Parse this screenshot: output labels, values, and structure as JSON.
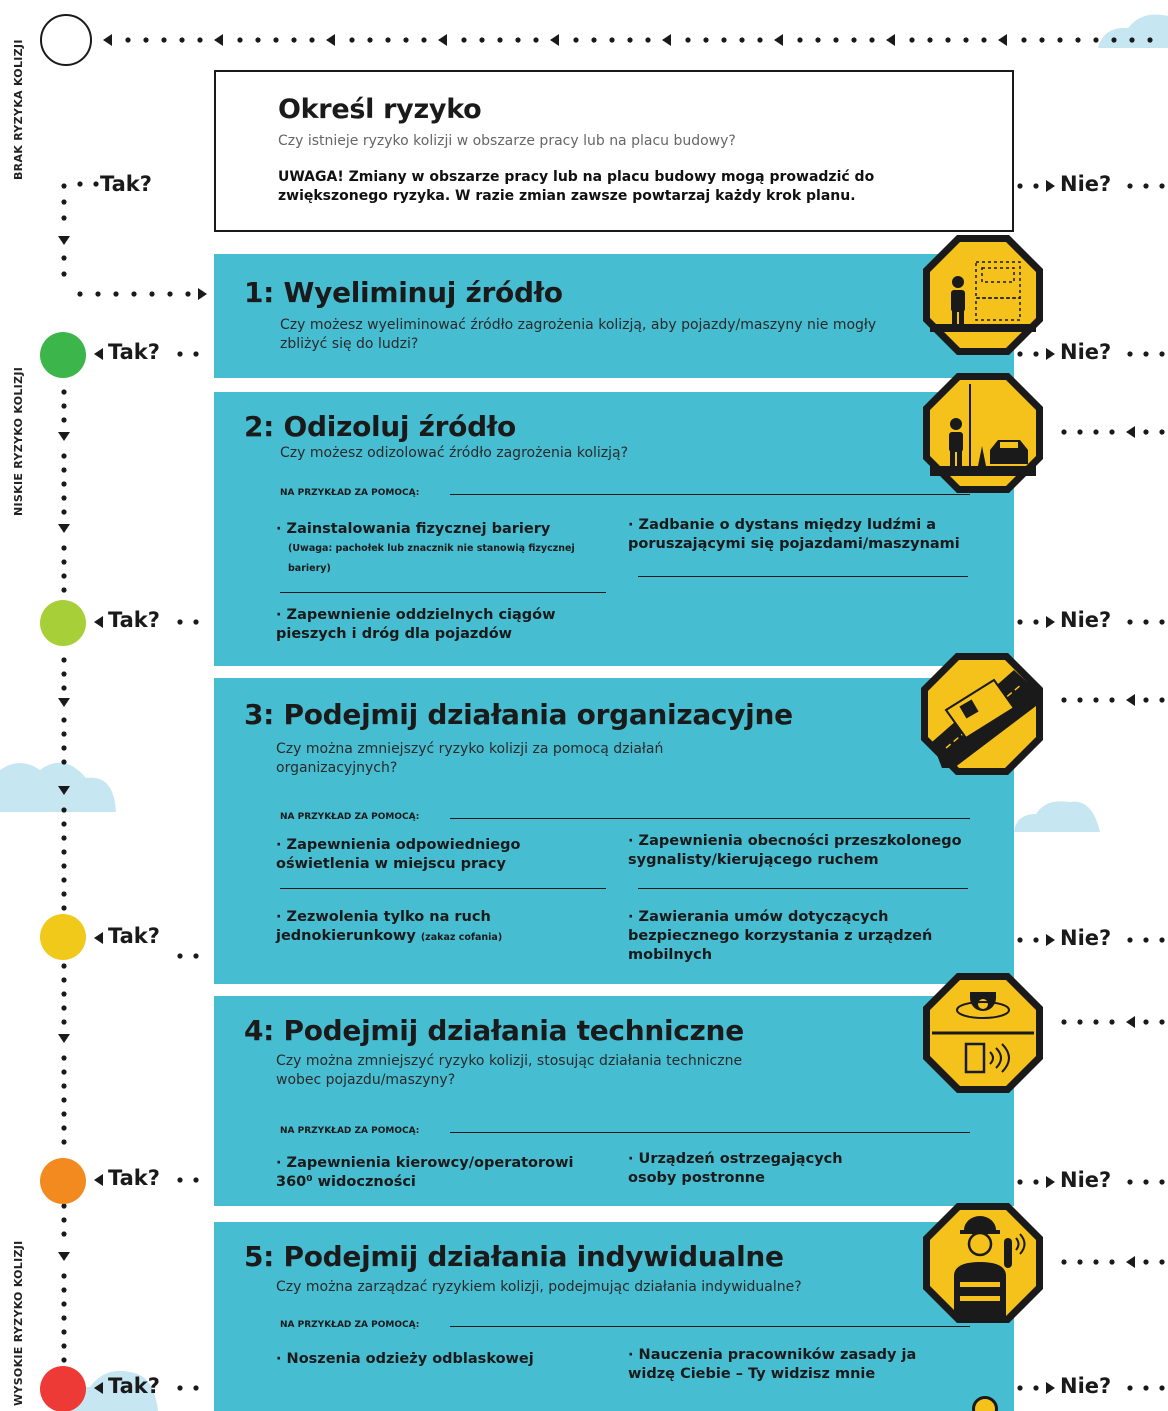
{
  "side_labels": {
    "top": "BRAK RYZYKA KOLIZJI",
    "middle": "NISKIE RYZYKO KOLIZJI",
    "bottom": "WYSOKIE RYZYKO KOLIZJI"
  },
  "intro": {
    "title": "Określ ryzyko",
    "question": "Czy istnieje ryzyko kolizji w obszarze pracy lub na placu budowy?",
    "warning": "UWAGA! Zmiany w obszarze pracy lub na placu budowy mogą prowadzić do zwiększonego ryzyka. W razie zmian zawsze powtarzaj każdy krok planu."
  },
  "example_label": "NA PRZYKŁAD ZA POMOCĄ:",
  "yes_label": "Tak?",
  "no_label": "Nie?",
  "steps": [
    {
      "title": "1: Wyeliminuj źródło",
      "question": "Czy możesz wyeliminować źródło zagrożenia kolizją, aby pojazdy/maszyny nie mogły zbliżyć się do ludzi?",
      "icon": "person-and-truck-icon",
      "dot_color": "#3cb64a"
    },
    {
      "title": "2: Odizoluj źródło",
      "question": "Czy możesz odizolować źródło zagrożenia kolizją?",
      "icon": "barrier-separation-icon",
      "dot_color": "#a6cf38",
      "items": [
        {
          "text": "· Zainstalowania fizycznej bariery",
          "note": "(Uwaga: pachołek lub znacznik nie stanowią fizycznej bariery)"
        },
        {
          "text": "· Zadbanie o dystans między ludźmi a poruszającymi się pojazdami/maszynami"
        },
        {
          "text": "· Zapewnienie oddzielnych ciągów pieszych i dróg dla pojazdów"
        }
      ]
    },
    {
      "title": "3: Podejmij działania organizacyjne",
      "question": "Czy można zmniejszyć ryzyko kolizji za pomocą działań organizacyjnych?",
      "icon": "traffic-plan-icon",
      "dot_color": "#f0c91a",
      "items": [
        {
          "text": "· Zapewnienia odpowiedniego oświetlenia w miejscu pracy"
        },
        {
          "text": "· Zapewnienia obecności przeszkolonego sygnalisty/kierującego ruchem"
        },
        {
          "text": "· Zezwolenia tylko na ruch jednokierunkowy",
          "note": "(zakaz cofania)"
        },
        {
          "text": "· Zawierania umów dotyczących bezpiecznego korzystania z urządzeń mobilnych"
        }
      ]
    },
    {
      "title": "4: Podejmij działania techniczne",
      "question": "Czy można zmniejszyć ryzyko kolizji, stosując działania techniczne wobec pojazdu/maszyny?",
      "icon": "camera-alarm-icon",
      "dot_color": "#f28a20",
      "items": [
        {
          "text": "· Zapewnienia kierowcy/operatorowi 360⁰ widoczności"
        },
        {
          "text": "· Urządzeń ostrzegających osoby postronne"
        }
      ]
    },
    {
      "title": "5: Podejmij działania indywidualne",
      "question": "Czy można zarządzać ryzykiem kolizji, podejmując działania indywidualne?",
      "icon": "worker-vest-icon",
      "dot_color": "#ee3a37",
      "items": [
        {
          "text": "· Noszenia odzieży odblaskowej"
        },
        {
          "text": "· Nauczenia pracowników zasady ja widzę Ciebie – Ty widzisz mnie"
        }
      ]
    }
  ],
  "colors": {
    "panel": "#47bdd2",
    "octagon_fill": "#f5c21b",
    "octagon_border": "#1a1a1a",
    "cloud": "#c6e6f2"
  }
}
